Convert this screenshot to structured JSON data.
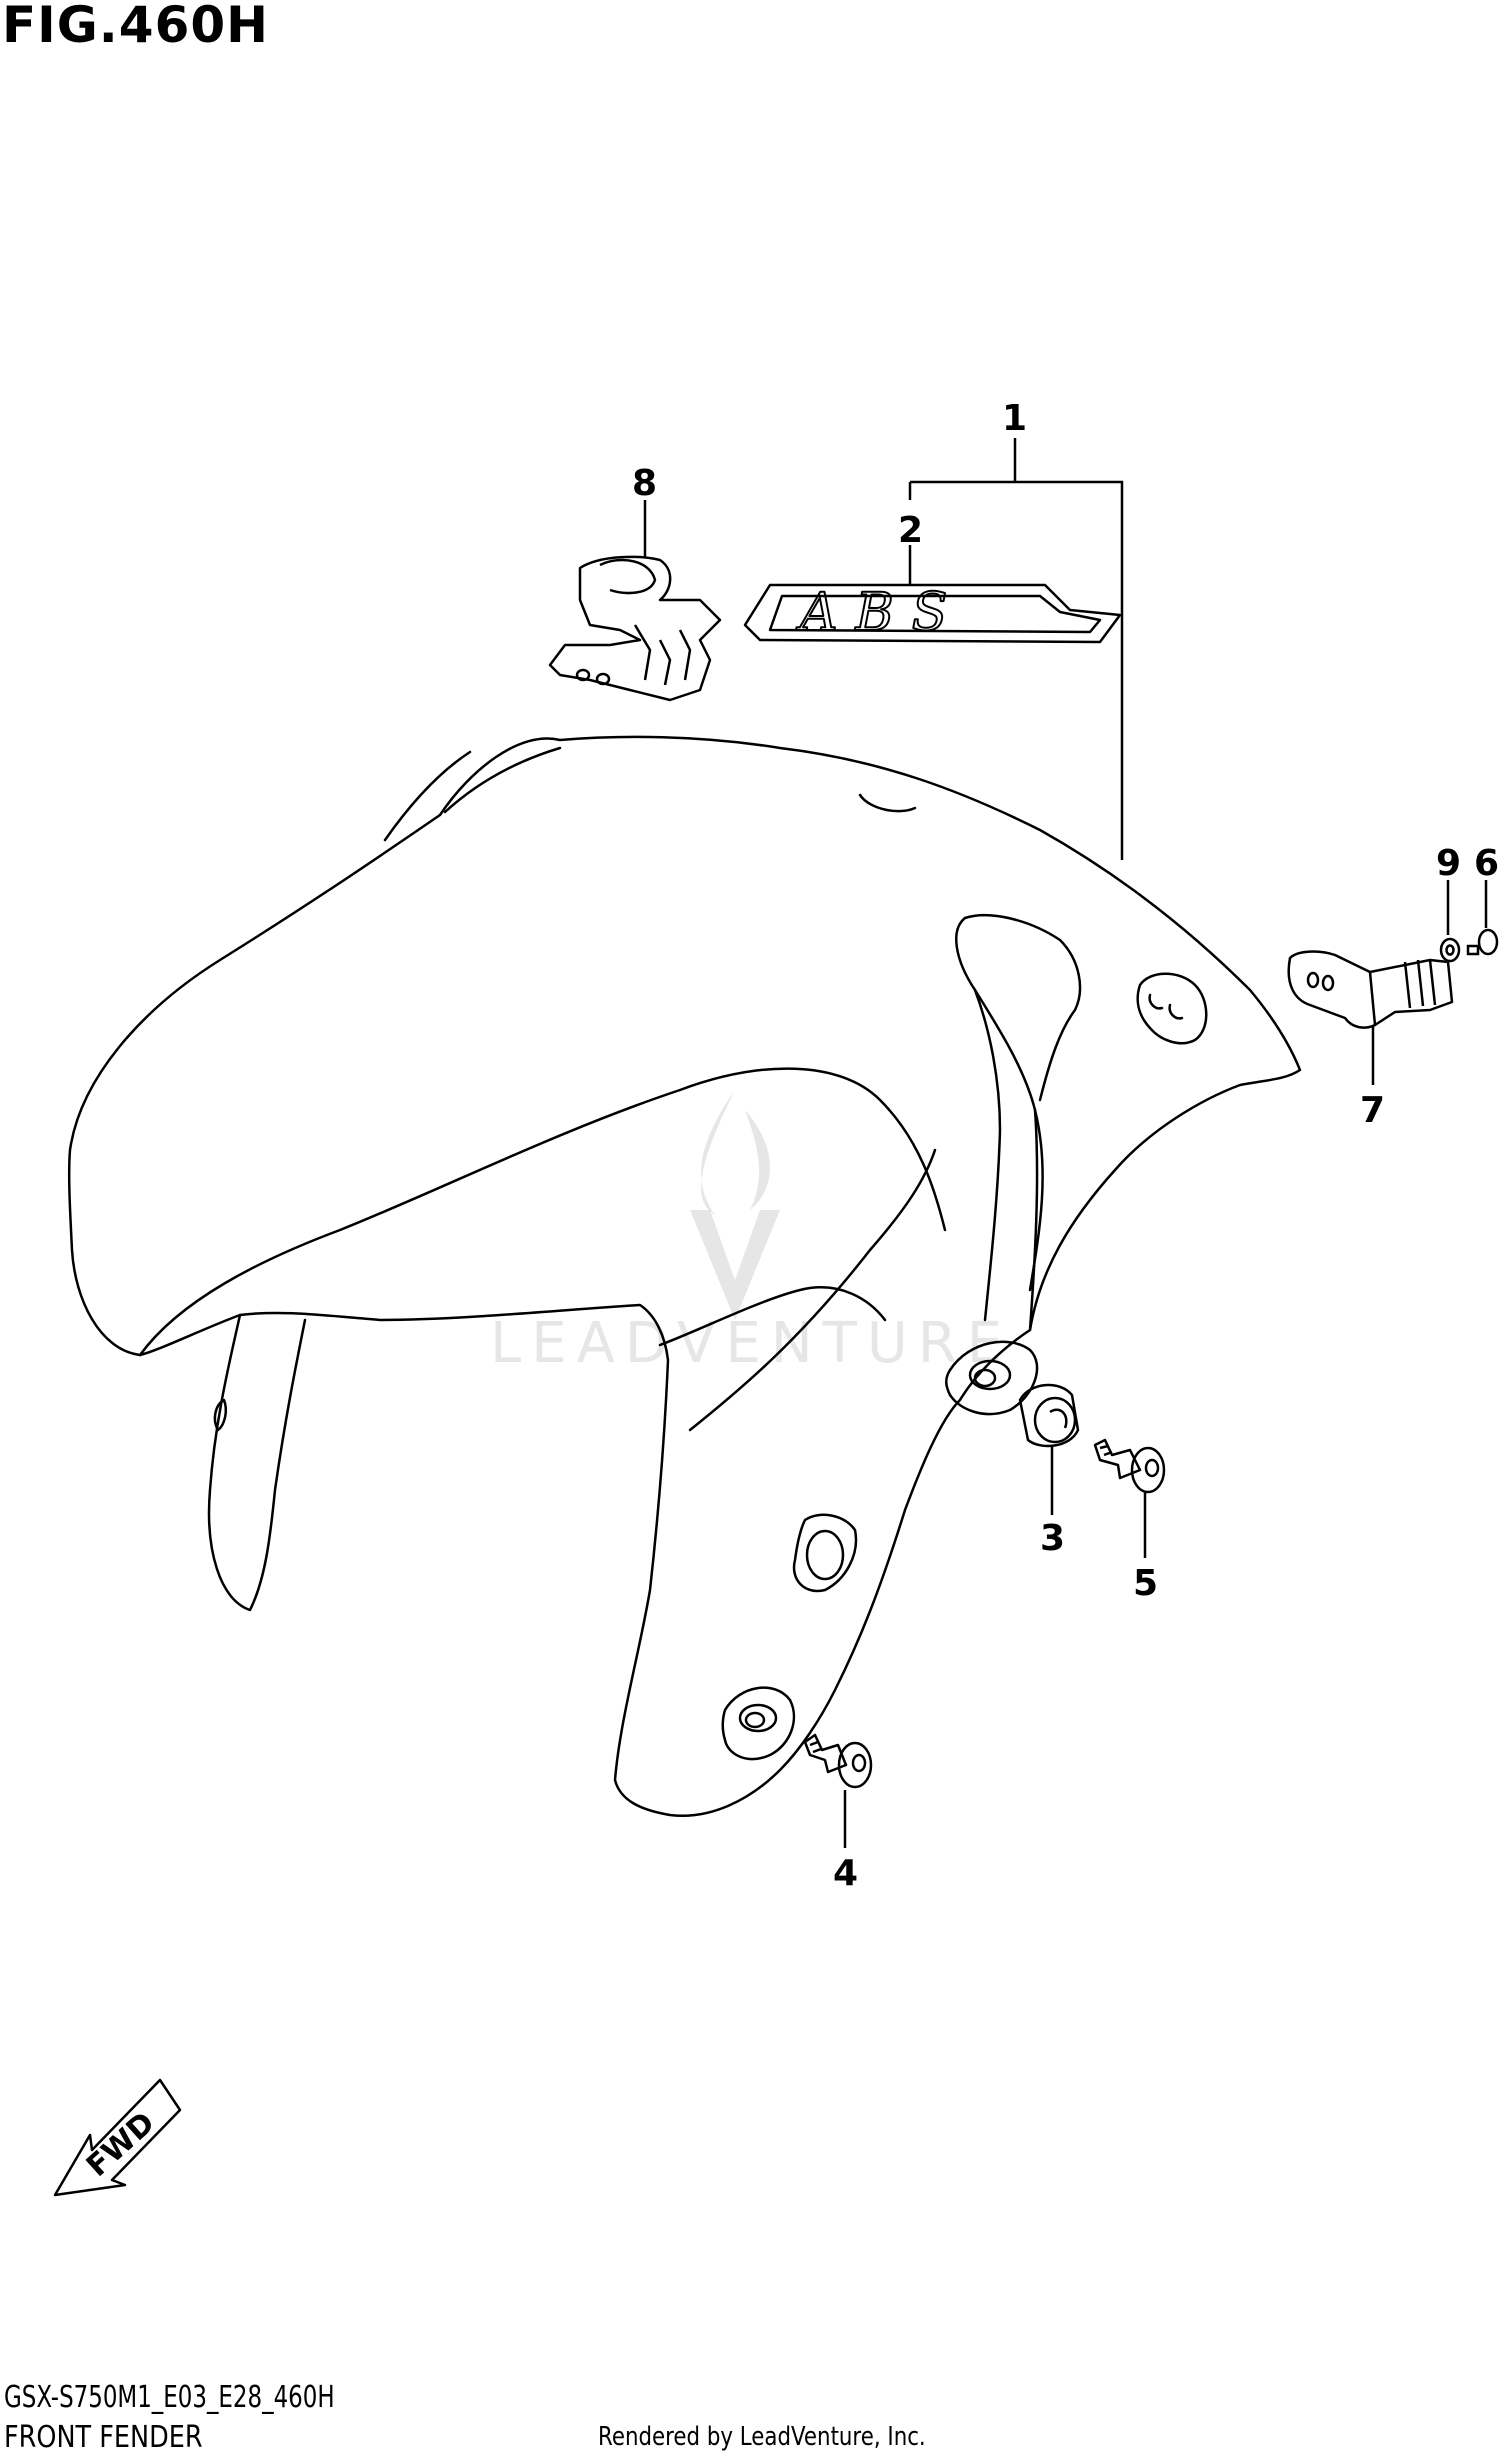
{
  "figure": {
    "title": "FIG.460H",
    "model_code": "GSX-S750M1_E03_E28_460H",
    "section_name": "FRONT FENDER",
    "credit": "Rendered by LeadVenture, Inc.",
    "watermark": "LEADVENTURE"
  },
  "callouts": [
    {
      "id": "1",
      "label": "1"
    },
    {
      "id": "2",
      "label": "2"
    },
    {
      "id": "3",
      "label": "3"
    },
    {
      "id": "4",
      "label": "4"
    },
    {
      "id": "5",
      "label": "5"
    },
    {
      "id": "6",
      "label": "6"
    },
    {
      "id": "7",
      "label": "7"
    },
    {
      "id": "8",
      "label": "8"
    },
    {
      "id": "9",
      "label": "9"
    }
  ],
  "decals": {
    "abs_emblem": "ABS",
    "fwd_arrow": "FWD"
  },
  "colors": {
    "line": "#000000",
    "background": "#ffffff",
    "watermark": "#e6e6e6"
  }
}
